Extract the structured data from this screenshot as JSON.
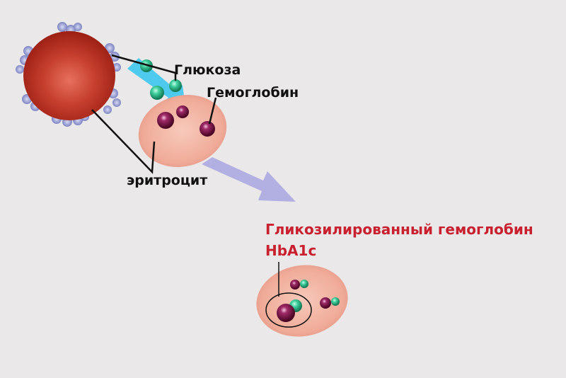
{
  "labels": {
    "glucose": "Глюкоза",
    "hemoglobin": "Гемоглобин",
    "erythrocyte": "эритроцит",
    "glycated_title": "Гликозилированный гемоглобин",
    "glycated_abbr": "HbA1c"
  },
  "colors": {
    "background": "#ebe8e9",
    "red_cell": "#c0392b",
    "pink_cell": "#f2b3a3",
    "glucose": "#2fbf8f",
    "hemoglobin": "#6b0f3a",
    "accent_text": "#c8202e",
    "blue_arrow": "#33c4ee",
    "purple_arrow": "#a8a6e0"
  }
}
